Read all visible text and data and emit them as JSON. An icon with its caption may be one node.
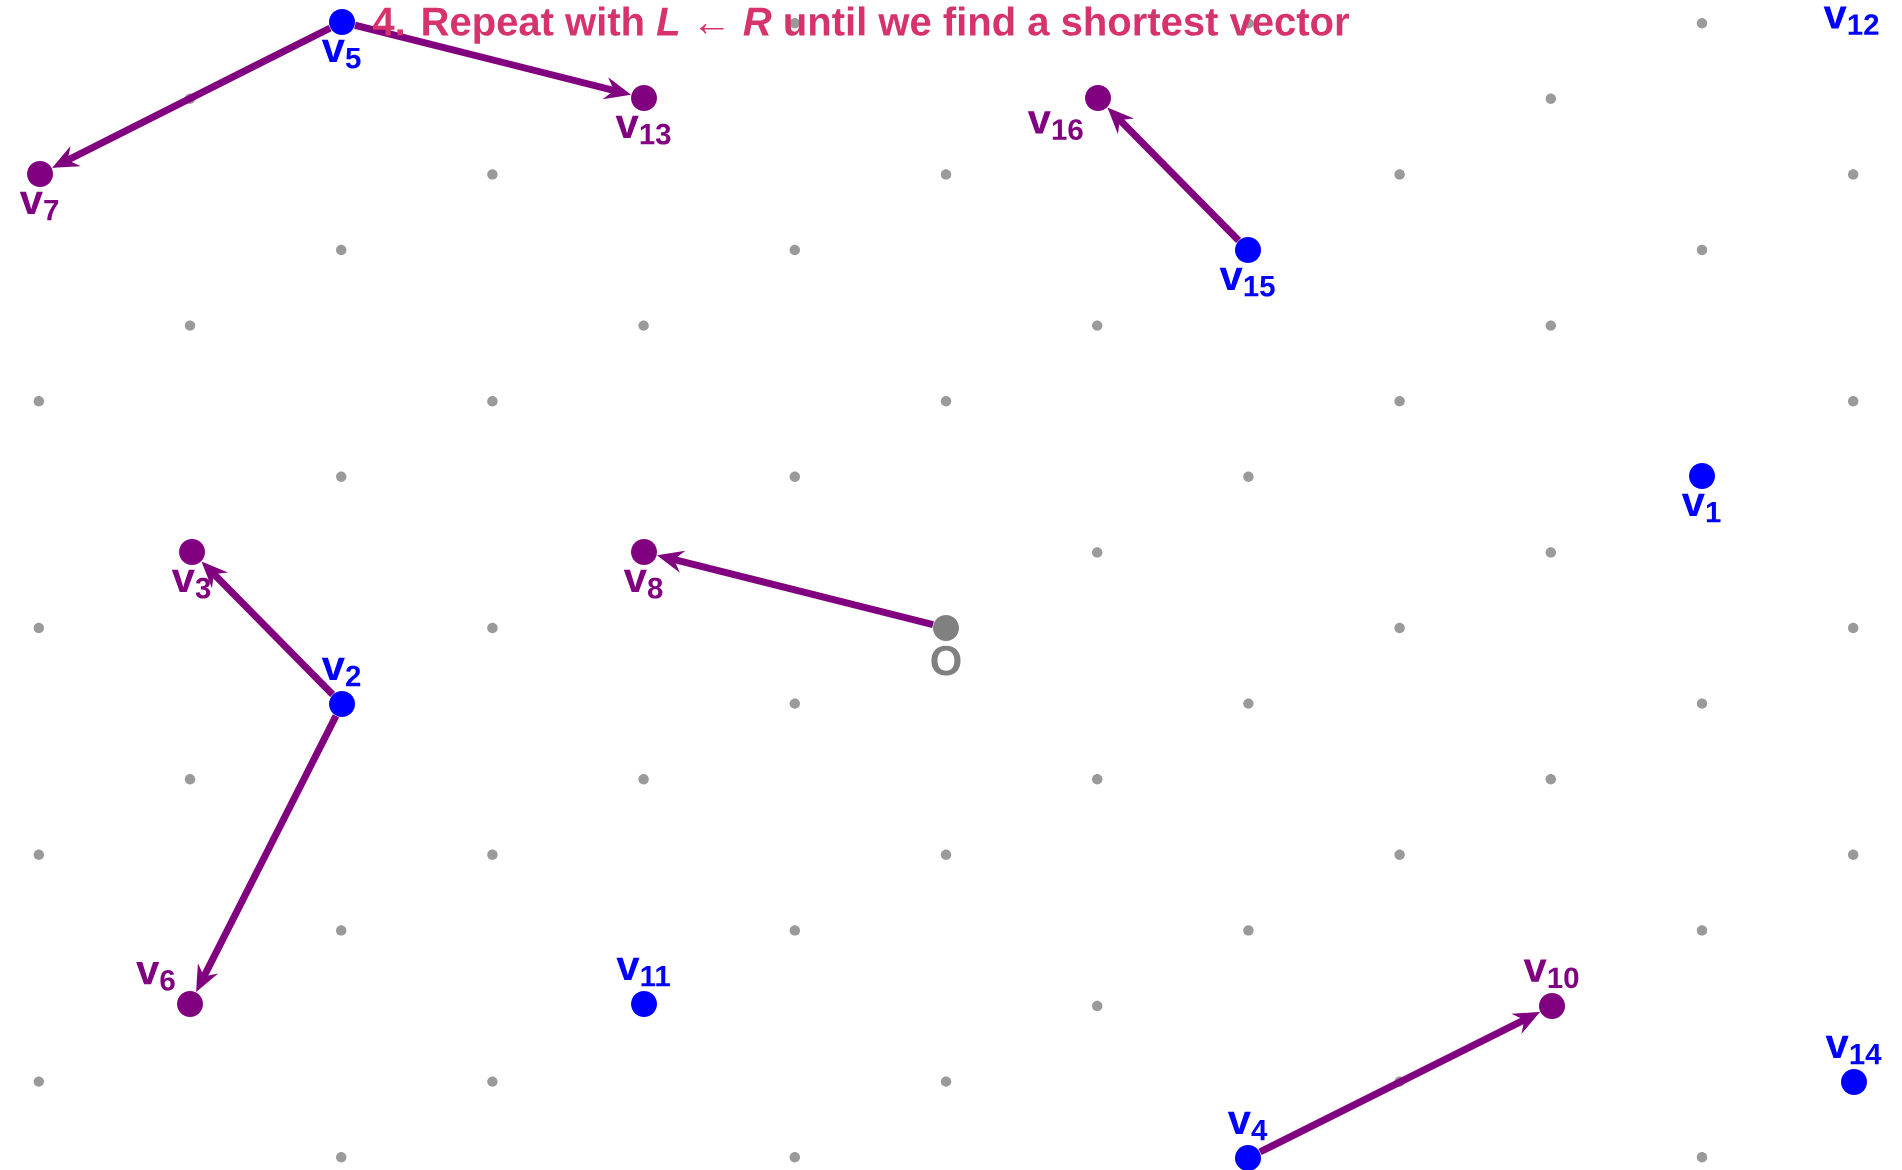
{
  "diagram": {
    "title": "4. Repeat with *L* ← *R* until we find a shortest vector",
    "nodes": [
      {
        "text": [
          "v$_{5}$"
        ]
      },
      {
        "text": [
          "v$_{12}$"
        ]
      },
      {
        "text": [
          "v$_{13}$"
        ]
      },
      {
        "text": [
          "v$_{16}$"
        ]
      },
      {
        "text": [
          "v$_{7}$"
        ]
      },
      {
        "text": [
          "v$_{15}$"
        ]
      },
      {
        "text": [
          "v$_{1}$"
        ]
      },
      {
        "text": [
          "v$_{3}$"
        ]
      },
      {
        "text": [
          "v$_{8}$"
        ]
      },
      {
        "text": [
          "O"
        ]
      },
      {
        "text": [
          "v$_{2}$"
        ]
      },
      {
        "text": [
          "v$_{6}$"
        ]
      },
      {
        "text": [
          "v$_{11}$"
        ]
      },
      {
        "text": [
          "v$_{10}$"
        ]
      },
      {
        "text": [
          "v$_{14}$"
        ]
      },
      {
        "text": [
          "v$_{4}$"
        ]
      }
    ],
    "edges": [
      {
        "from": 0,
        "to": 4,
        "arrow": "to"
      },
      {
        "from": 0,
        "to": 2,
        "arrow": "to"
      },
      {
        "from": 5,
        "to": 3,
        "arrow": "to"
      },
      {
        "from": 9,
        "to": 8,
        "arrow": "to"
      },
      {
        "from": 10,
        "to": 7,
        "arrow": "to"
      },
      {
        "from": 10,
        "to": 11,
        "arrow": "to"
      },
      {
        "from": 15,
        "to": 13,
        "arrow": "to"
      }
    ]
  }
}
